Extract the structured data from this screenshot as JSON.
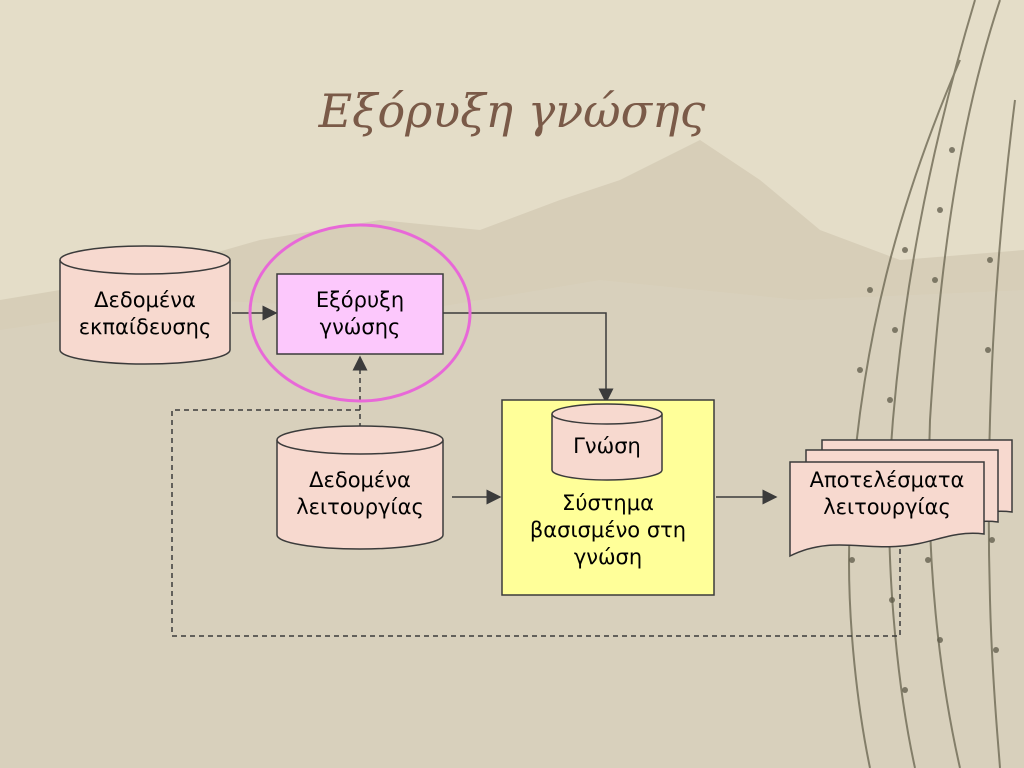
{
  "slide": {
    "title": "Εξόρυξη γνώσης"
  },
  "diagram": {
    "training_data": {
      "line1": "Δεδομένα",
      "line2": "εκπαίδευσης"
    },
    "knowledge_mining": {
      "line1": "Εξόρυξη",
      "line2": "γνώσης"
    },
    "operational_data": {
      "line1": "Δεδομένα",
      "line2": "λειτουργίας"
    },
    "knowledge_system": {
      "line1": "Σύστημα",
      "line2": "βασισμένο στη",
      "line3": "γνώση"
    },
    "knowledge": {
      "label": "Γνώση"
    },
    "operational_results": {
      "line1": "Αποτελέσματα",
      "line2": "λειτουργίας"
    }
  },
  "colors": {
    "cylinder_fill": "#f7d9cf",
    "mining_fill": "#fcc8fc",
    "system_fill": "#ffff99",
    "highlight_ring": "#e868d8",
    "title": "#7a5a48"
  }
}
